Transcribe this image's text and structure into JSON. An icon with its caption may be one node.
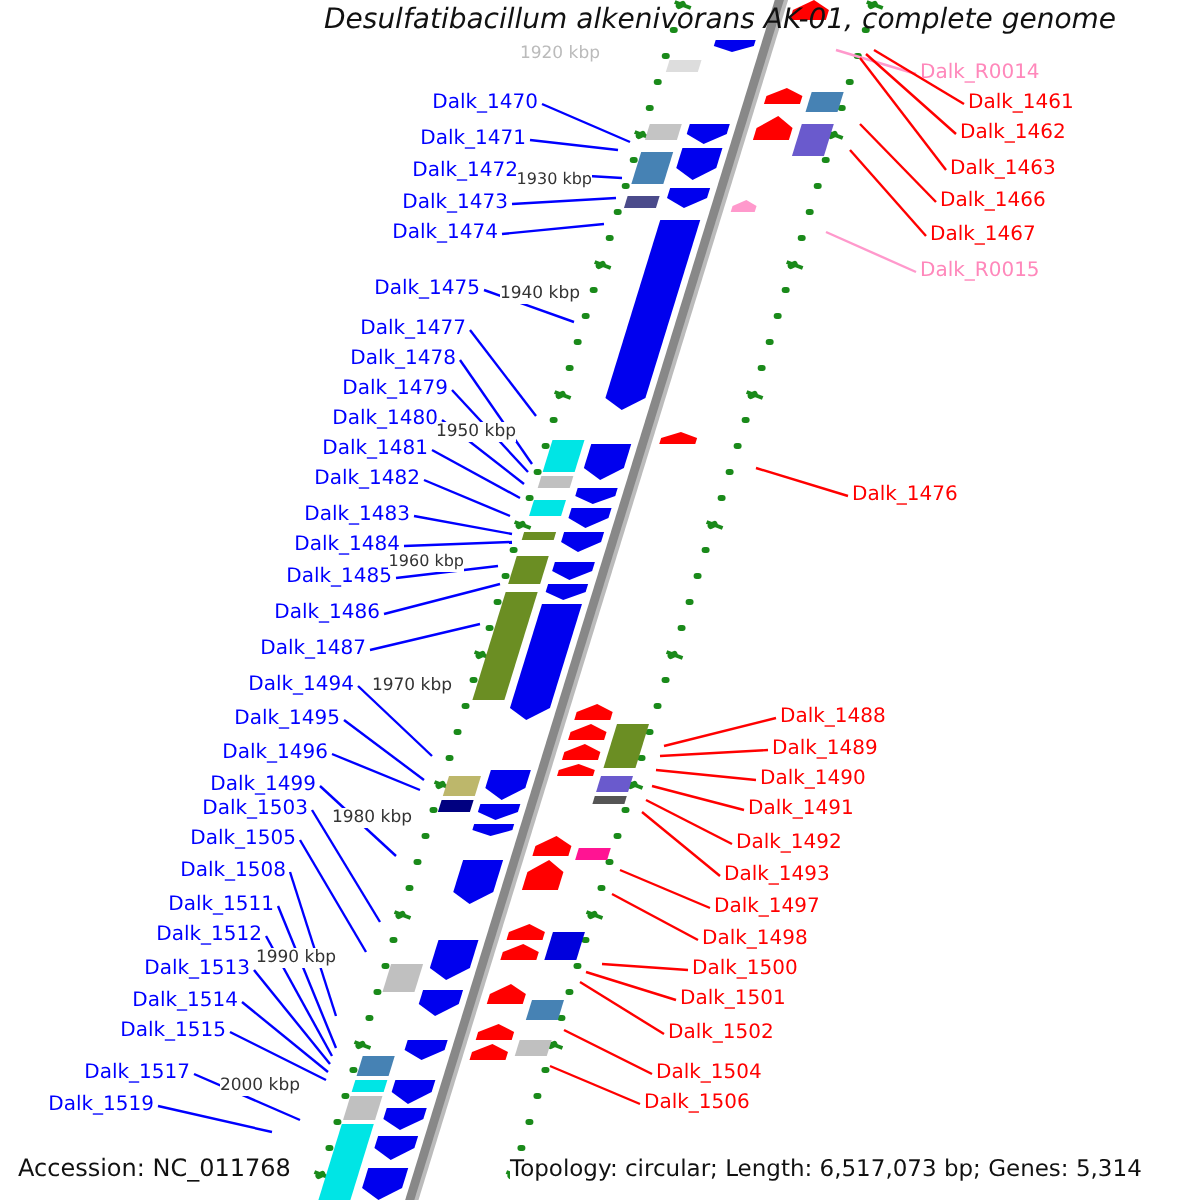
{
  "diagram": {
    "title": "Desulfatibacillum alkenivorans AK-01, complete genome",
    "nodes": [
      {
        "text": [
          "Dalk_1470"
        ]
      },
      {
        "text": [
          "Dalk_1471"
        ]
      },
      {
        "text": [
          "Dalk_1472"
        ]
      },
      {
        "text": [
          "Dalk_1473"
        ]
      },
      {
        "text": [
          "Dalk_1474"
        ]
      },
      {
        "text": [
          "Dalk_1475"
        ]
      },
      {
        "text": [
          "Dalk_1477"
        ]
      },
      {
        "text": [
          "Dalk_1478"
        ]
      },
      {
        "text": [
          "Dalk_1479"
        ]
      },
      {
        "text": [
          "Dalk_1480"
        ]
      },
      {
        "text": [
          "Dalk_1481"
        ]
      },
      {
        "text": [
          "Dalk_1482"
        ]
      },
      {
        "text": [
          "Dalk_1483"
        ]
      },
      {
        "text": [
          "Dalk_1484"
        ]
      },
      {
        "text": [
          "Dalk_1485"
        ]
      },
      {
        "text": [
          "Dalk_1486"
        ]
      },
      {
        "text": [
          "Dalk_1487"
        ]
      },
      {
        "text": [
          "Dalk_1494"
        ]
      },
      {
        "text": [
          "Dalk_1495"
        ]
      },
      {
        "text": [
          "Dalk_1496"
        ]
      },
      {
        "text": [
          "Dalk_1499"
        ]
      },
      {
        "text": [
          "Dalk_1503"
        ]
      },
      {
        "text": [
          "Dalk_1505"
        ]
      },
      {
        "text": [
          "Dalk_1508"
        ]
      },
      {
        "text": [
          "Dalk_1511"
        ]
      },
      {
        "text": [
          "Dalk_1512"
        ]
      },
      {
        "text": [
          "Dalk_1513"
        ]
      },
      {
        "text": [
          "Dalk_1514"
        ]
      },
      {
        "text": [
          "Dalk_1515"
        ]
      },
      {
        "text": [
          "Dalk_1517"
        ]
      },
      {
        "text": [
          "Dalk_1519"
        ]
      },
      {
        "text": [
          "Dalk_R0014"
        ]
      },
      {
        "text": [
          "Dalk_1461"
        ]
      },
      {
        "text": [
          "Dalk_1462"
        ]
      },
      {
        "text": [
          "Dalk_1463"
        ]
      },
      {
        "text": [
          "Dalk_1466"
        ]
      },
      {
        "text": [
          "Dalk_1467"
        ]
      },
      {
        "text": [
          "Dalk_R0015"
        ]
      },
      {
        "text": [
          "Dalk_1476"
        ]
      },
      {
        "text": [
          "Dalk_1488"
        ]
      },
      {
        "text": [
          "Dalk_1489"
        ]
      },
      {
        "text": [
          "Dalk_1490"
        ]
      },
      {
        "text": [
          "Dalk_1491"
        ]
      },
      {
        "text": [
          "Dalk_1492"
        ]
      },
      {
        "text": [
          "Dalk_1493"
        ]
      },
      {
        "text": [
          "Dalk_1497"
        ]
      },
      {
        "text": [
          "Dalk_1498"
        ]
      },
      {
        "text": [
          "Dalk_1500"
        ]
      },
      {
        "text": [
          "Dalk_1501"
        ]
      },
      {
        "text": [
          "Dalk_1502"
        ]
      },
      {
        "text": [
          "Dalk_1504"
        ]
      },
      {
        "text": [
          "Dalk_1506"
        ]
      }
    ],
    "edges": [
      {
        "from": 0,
        "to": null,
        "arrow": "none"
      },
      {
        "from": 1,
        "to": null,
        "arrow": "none"
      },
      {
        "from": 2,
        "to": null,
        "arrow": "none"
      },
      {
        "from": 3,
        "to": null,
        "arrow": "none"
      },
      {
        "from": 4,
        "to": null,
        "arrow": "none"
      },
      {
        "from": 5,
        "to": null,
        "arrow": "none"
      },
      {
        "from": 6,
        "to": null,
        "arrow": "none"
      },
      {
        "from": 7,
        "to": null,
        "arrow": "none"
      },
      {
        "from": 8,
        "to": null,
        "arrow": "none"
      },
      {
        "from": 9,
        "to": null,
        "arrow": "none"
      },
      {
        "from": 10,
        "to": null,
        "arrow": "none"
      },
      {
        "from": 11,
        "to": null,
        "arrow": "none"
      },
      {
        "from": 12,
        "to": null,
        "arrow": "none"
      },
      {
        "from": 13,
        "to": null,
        "arrow": "none"
      },
      {
        "from": 14,
        "to": null,
        "arrow": "none"
      },
      {
        "from": 15,
        "to": null,
        "arrow": "none"
      },
      {
        "from": 16,
        "to": null,
        "arrow": "none"
      },
      {
        "from": 17,
        "to": null,
        "arrow": "none"
      },
      {
        "from": 18,
        "to": null,
        "arrow": "none"
      },
      {
        "from": 19,
        "to": null,
        "arrow": "none"
      },
      {
        "from": 20,
        "to": null,
        "arrow": "none"
      },
      {
        "from": 21,
        "to": null,
        "arrow": "none"
      },
      {
        "from": 22,
        "to": null,
        "arrow": "none"
      },
      {
        "from": 23,
        "to": null,
        "arrow": "none"
      },
      {
        "from": 24,
        "to": null,
        "arrow": "none"
      },
      {
        "from": 25,
        "to": null,
        "arrow": "none"
      },
      {
        "from": 26,
        "to": null,
        "arrow": "none"
      },
      {
        "from": 27,
        "to": null,
        "arrow": "none"
      },
      {
        "from": 28,
        "to": null,
        "arrow": "none"
      },
      {
        "from": 29,
        "to": null,
        "arrow": "none"
      },
      {
        "from": 30,
        "to": null,
        "arrow": "none"
      },
      {
        "from": 31,
        "to": null,
        "arrow": "none",
        "color": "#ff99cc"
      },
      {
        "from": 32,
        "to": null,
        "arrow": "none",
        "color": "#ff0000"
      },
      {
        "from": 33,
        "to": null,
        "arrow": "none",
        "color": "#ff0000"
      },
      {
        "from": 34,
        "to": null,
        "arrow": "none",
        "color": "#ff0000"
      },
      {
        "from": 35,
        "to": null,
        "arrow": "none",
        "color": "#ff0000"
      },
      {
        "from": 36,
        "to": null,
        "arrow": "none",
        "color": "#ff0000"
      },
      {
        "from": 37,
        "to": null,
        "arrow": "none",
        "color": "#ff99cc"
      },
      {
        "from": 38,
        "to": null,
        "arrow": "none",
        "color": "#ff0000"
      },
      {
        "from": 39,
        "to": null,
        "arrow": "none",
        "color": "#ff0000"
      },
      {
        "from": 40,
        "to": null,
        "arrow": "none",
        "color": "#ff0000"
      },
      {
        "from": 41,
        "to": null,
        "arrow": "none",
        "color": "#ff0000"
      },
      {
        "from": 42,
        "to": null,
        "arrow": "none",
        "color": "#ff0000"
      },
      {
        "from": 43,
        "to": null,
        "arrow": "none",
        "color": "#ff0000"
      },
      {
        "from": 44,
        "to": null,
        "arrow": "none",
        "color": "#ff0000"
      },
      {
        "from": 45,
        "to": null,
        "arrow": "none",
        "color": "#ff0000"
      },
      {
        "from": 46,
        "to": null,
        "arrow": "none",
        "color": "#ff0000"
      },
      {
        "from": 47,
        "to": null,
        "arrow": "none",
        "color": "#ff0000"
      },
      {
        "from": 48,
        "to": null,
        "arrow": "none",
        "color": "#ff0000"
      },
      {
        "from": 49,
        "to": null,
        "arrow": "none",
        "color": "#ff0000"
      },
      {
        "from": 50,
        "to": null,
        "arrow": "none",
        "color": "#ff0000"
      },
      {
        "from": 51,
        "to": null,
        "arrow": "none",
        "color": "#ff0000"
      }
    ],
    "labels": [
      "1920 kbp",
      "1930 kbp",
      "1940 kbp",
      "1950 kbp",
      "1960 kbp",
      "1970 kbp",
      "1980 kbp",
      "1990 kbp",
      "2000 kbp",
      "Accession: NC_011768",
      "Topology: circular; Length: 6,517,073 bp; Genes: 5,314"
    ]
  }
}
